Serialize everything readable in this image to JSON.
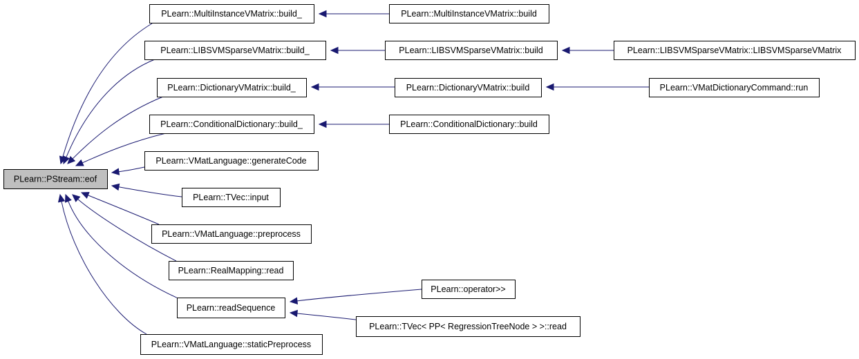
{
  "diagram": {
    "type": "call-graph",
    "colors": {
      "edge": "#191970",
      "root_fill": "#bfbfbf",
      "node_fill": "#ffffff",
      "border": "#000000"
    },
    "nodes": [
      {
        "id": "eof",
        "label": "PLearn::PStream::eof",
        "root": true
      },
      {
        "id": "mivm_b_",
        "label": "PLearn::MultiInstanceVMatrix::build_"
      },
      {
        "id": "mivm_b",
        "label": "PLearn::MultiInstanceVMatrix::build"
      },
      {
        "id": "libsvm_b_",
        "label": "PLearn::LIBSVMSparseVMatrix::build_"
      },
      {
        "id": "libsvm_b",
        "label": "PLearn::LIBSVMSparseVMatrix::build"
      },
      {
        "id": "libsvm_ctor",
        "label": "PLearn::LIBSVMSparseVMatrix::LIBSVMSparseVMatrix"
      },
      {
        "id": "dict_b_",
        "label": "PLearn::DictionaryVMatrix::build_"
      },
      {
        "id": "dict_b",
        "label": "PLearn::DictionaryVMatrix::build"
      },
      {
        "id": "vmdc_run",
        "label": "PLearn::VMatDictionaryCommand::run"
      },
      {
        "id": "cd_b_",
        "label": "PLearn::ConditionalDictionary::build_"
      },
      {
        "id": "cd_b",
        "label": "PLearn::ConditionalDictionary::build"
      },
      {
        "id": "vml_gen",
        "label": "PLearn::VMatLanguage::generateCode"
      },
      {
        "id": "tvec_input",
        "label": "PLearn::TVec::input"
      },
      {
        "id": "vml_pre",
        "label": "PLearn::VMatLanguage::preprocess"
      },
      {
        "id": "rm_read",
        "label": "PLearn::RealMapping::read"
      },
      {
        "id": "readseq",
        "label": "PLearn::readSequence"
      },
      {
        "id": "op_rr",
        "label": "PLearn::operator>>"
      },
      {
        "id": "tvec_read",
        "label": "PLearn::TVec< PP< RegressionTreeNode > >::read"
      },
      {
        "id": "vml_static",
        "label": "PLearn::VMatLanguage::staticPreprocess"
      }
    ],
    "edges": [
      {
        "from": "mivm_b_",
        "to": "eof"
      },
      {
        "from": "libsvm_b_",
        "to": "eof"
      },
      {
        "from": "dict_b_",
        "to": "eof"
      },
      {
        "from": "cd_b_",
        "to": "eof"
      },
      {
        "from": "vml_gen",
        "to": "eof"
      },
      {
        "from": "tvec_input",
        "to": "eof"
      },
      {
        "from": "vml_pre",
        "to": "eof"
      },
      {
        "from": "rm_read",
        "to": "eof"
      },
      {
        "from": "readseq",
        "to": "eof"
      },
      {
        "from": "vml_static",
        "to": "eof"
      },
      {
        "from": "mivm_b",
        "to": "mivm_b_"
      },
      {
        "from": "libsvm_b",
        "to": "libsvm_b_"
      },
      {
        "from": "libsvm_ctor",
        "to": "libsvm_b"
      },
      {
        "from": "dict_b",
        "to": "dict_b_"
      },
      {
        "from": "vmdc_run",
        "to": "dict_b"
      },
      {
        "from": "cd_b",
        "to": "cd_b_"
      },
      {
        "from": "op_rr",
        "to": "readseq"
      },
      {
        "from": "tvec_read",
        "to": "readseq"
      }
    ]
  }
}
